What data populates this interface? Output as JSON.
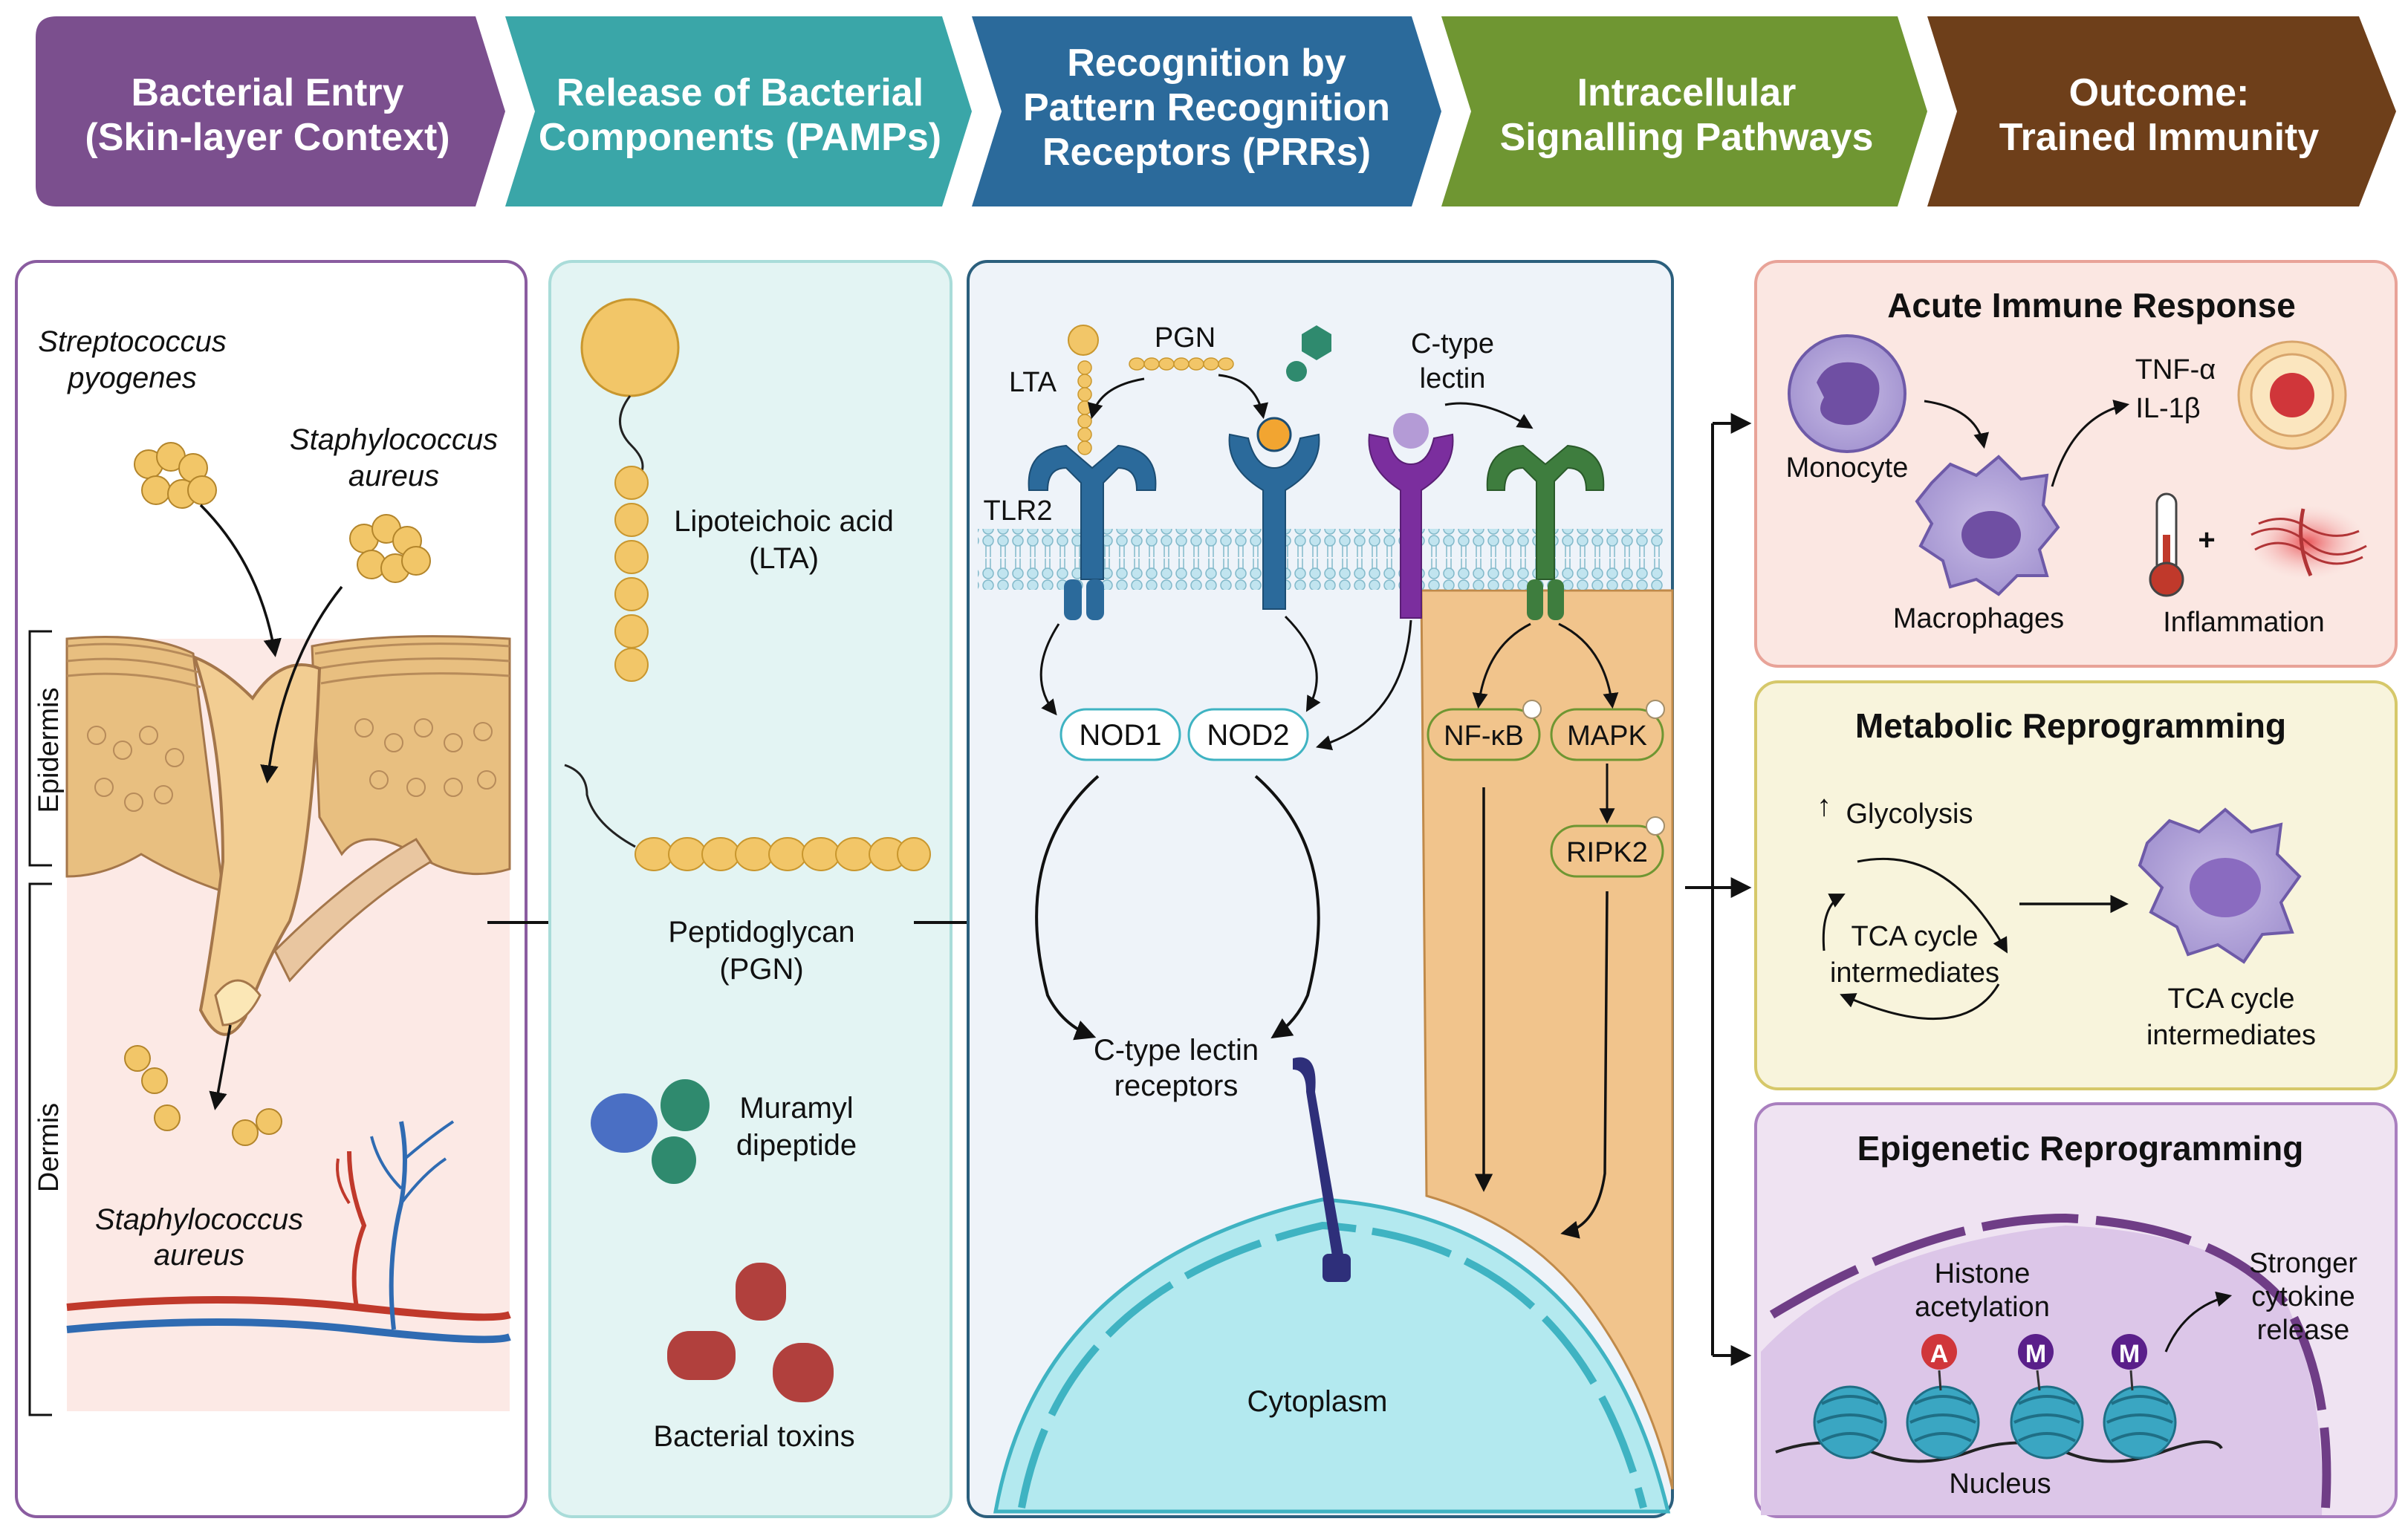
{
  "header": {
    "steps": [
      {
        "line1": "Bacterial Entry",
        "line2": "(Skin-layer Context)",
        "color": "#7b4f8e"
      },
      {
        "line1": "Release of Bacterial",
        "line2": "Components (PAMPs)",
        "color": "#3aa6a8"
      },
      {
        "line1": "Recognition by",
        "line2": "Pattern Recognition",
        "line3": "Receptors (PRRs)",
        "color": "#2b6a9b"
      },
      {
        "line1": "Intracellular",
        "line2": "Signalling Pathways",
        "color": "#6f9632"
      },
      {
        "line1": "Outcome:",
        "line2": "Trained Immunity",
        "color": "#6e3f1a"
      }
    ]
  },
  "panel1": {
    "strep_line1": "Streptococcus",
    "strep_line2": "pyogenes",
    "staph_top_line1": "Staphylococcus",
    "staph_top_line2": "aureus",
    "epidermis": "Epidermis",
    "dermis": "Dermis",
    "staph_bottom_line1": "Staphylococcus",
    "staph_bottom_line2": "aureus"
  },
  "panel2": {
    "lta_line1": "Lipoteichoic acid",
    "lta_line2": "(LTA)",
    "pgn_line1": "Peptidoglycan",
    "pgn_line2": "(PGN)",
    "md_line1": "Muramyl",
    "md_line2": "dipeptide",
    "toxins": "Bacterial toxins"
  },
  "panel3": {
    "pgn": "PGN",
    "lta": "LTA",
    "ctype_line1": "C-type",
    "ctype_line2": "lectin",
    "tlr2": "TLR2",
    "nod1": "NOD1",
    "nod2": "NOD2",
    "clr_line1": "C-type lectin",
    "clr_line2": "receptors",
    "cytoplasm": "Cytoplasm",
    "nfkb": "NF-κB",
    "mapk": "MAPK",
    "ripk2": "RIPK2"
  },
  "panel4a": {
    "title": "Acute Immune Response",
    "monocyte": "Monocyte",
    "macrophages": "Macrophages",
    "tnf": "TNF-α",
    "il1": "IL-1β",
    "plus": "+",
    "inflammation": "Inflammation"
  },
  "panel4b": {
    "title": "Metabolic Reprogramming",
    "glycolysis_arrow": "↑",
    "glycolysis": "Glycolysis",
    "tca_line1": "TCA cycle",
    "tca_line2": "intermediates",
    "tca2_line1": "TCA cycle",
    "tca2_line2": "intermediates"
  },
  "panel4c": {
    "title": "Epigenetic Reprogramming",
    "histone_line1": "Histone",
    "histone_line2": "acetylation",
    "stronger_line1": "Stronger",
    "stronger_line2": "cytokine",
    "stronger_line3": "release",
    "mark_a": "A",
    "mark_m1": "M",
    "mark_m2": "M",
    "nucleus": "Nucleus"
  }
}
